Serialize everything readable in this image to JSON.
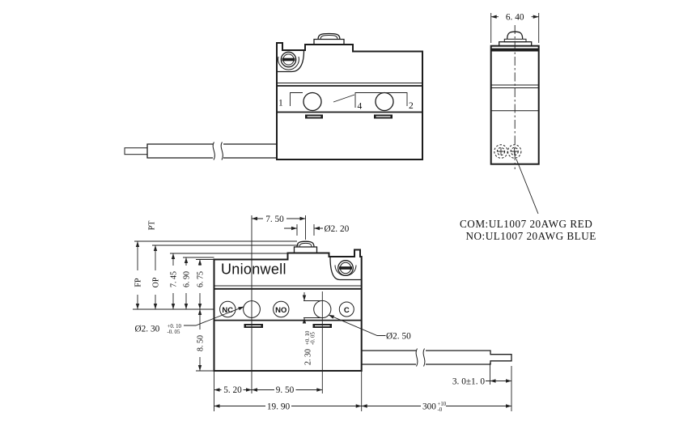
{
  "page": {
    "background": "#ffffff",
    "line_color": "#1c1c1c"
  },
  "brand": "Unionwell",
  "wire_note": {
    "line1": "COM:UL1007 20AWG RED",
    "line2": "NO:UL1007 20AWG BLUE"
  },
  "top_view": {
    "pin1": "1",
    "pin4": "4",
    "pin2": "2"
  },
  "main_view": {
    "terminal_nc": "NC",
    "terminal_no": "NO",
    "terminal_c": "C"
  },
  "dims": {
    "body_width": "6. 40",
    "plunger_x": "7. 50",
    "plunger_dia": "Ø2. 20",
    "pt": "PT",
    "fp": "FP",
    "op": "OP",
    "h745": "7. 45",
    "h690": "6. 90",
    "h675": "6. 75",
    "h850": "8. 50",
    "hole_left_dia": "Ø2. 30",
    "hole_left_tp": "+0. 10",
    "hole_left_tm": "-0. 05",
    "hole_mid_dia": "2. 30",
    "hole_mid_tp": "+0. 10",
    "hole_mid_tm": "-0. 05",
    "hole_right_dia": "Ø2. 50",
    "pitch_a": "5. 20",
    "pitch_b": "9. 50",
    "body_len": "19. 90",
    "wire_len": "300",
    "wire_len_tp": "+10",
    "wire_len_tm": "-0",
    "strip_len": "3. 0±1. 0"
  }
}
